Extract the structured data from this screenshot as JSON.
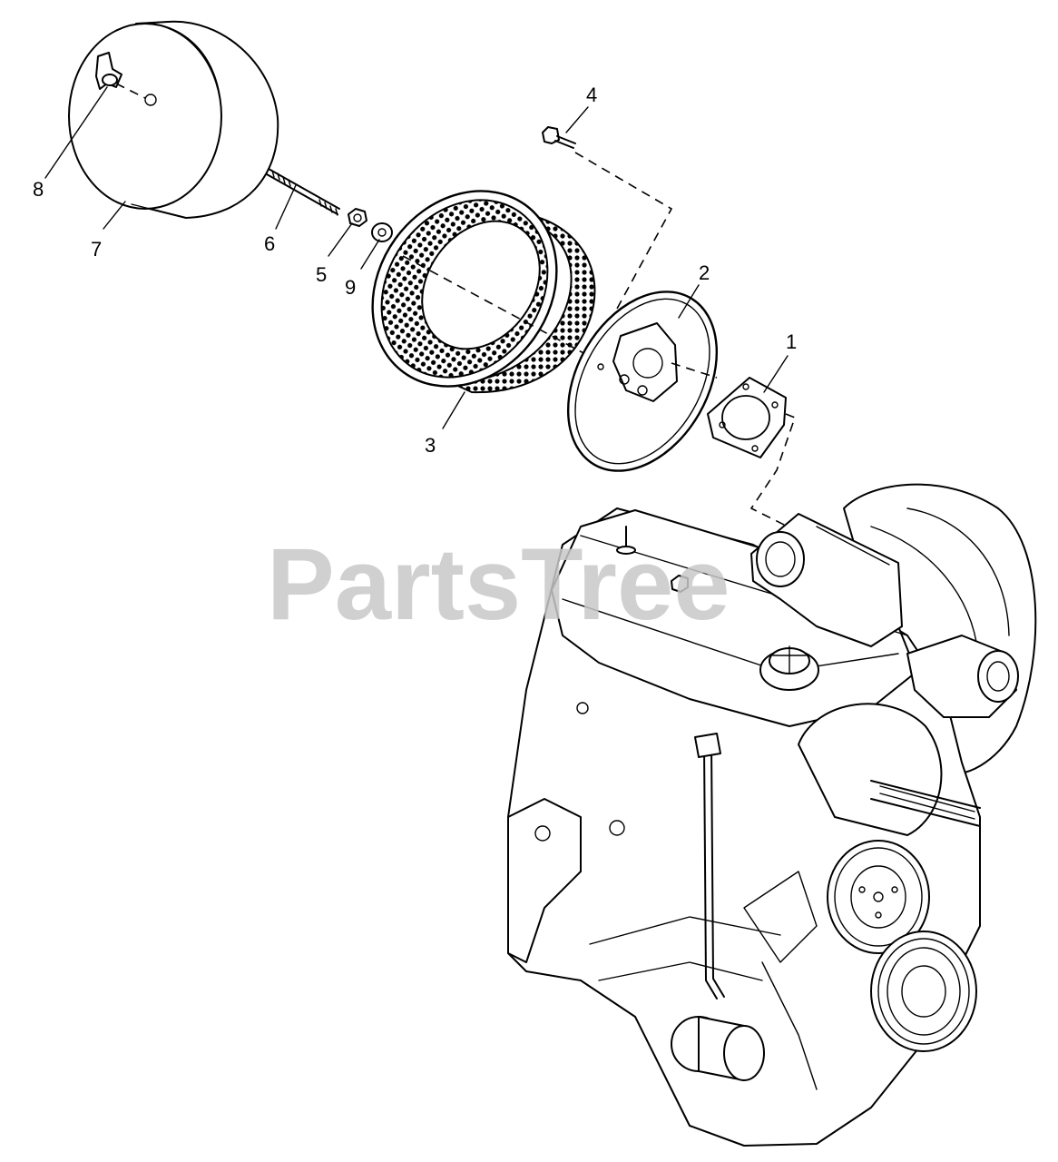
{
  "watermark": "PartsTree",
  "colors": {
    "line": "#000000",
    "background": "#ffffff",
    "watermark": "#c8c8c8"
  },
  "callouts": [
    {
      "id": "1",
      "part": "gasket"
    },
    {
      "id": "2",
      "part": "air-cleaner-base"
    },
    {
      "id": "3",
      "part": "air-filter-element"
    },
    {
      "id": "4",
      "part": "bolt"
    },
    {
      "id": "5",
      "part": "nut"
    },
    {
      "id": "6",
      "part": "stud"
    },
    {
      "id": "7",
      "part": "air-cleaner-cover"
    },
    {
      "id": "8",
      "part": "wing-nut"
    },
    {
      "id": "9",
      "part": "washer"
    }
  ]
}
